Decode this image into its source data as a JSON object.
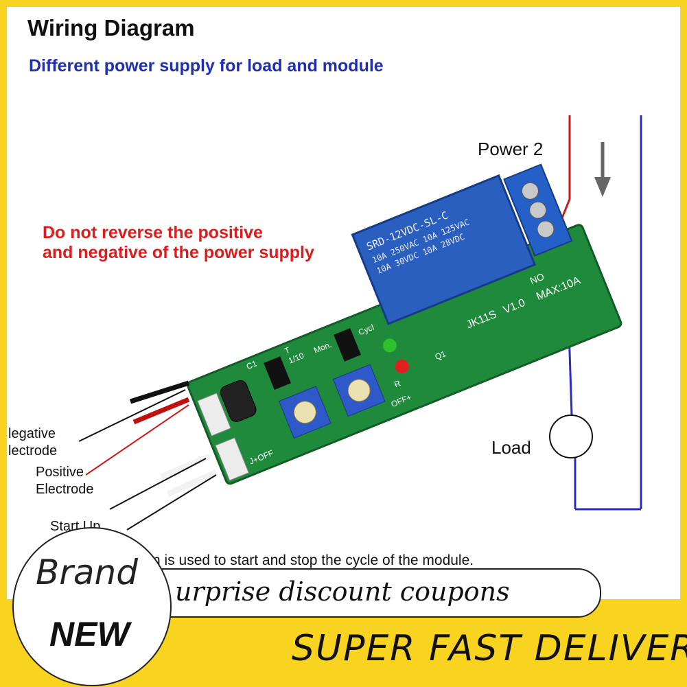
{
  "header": {
    "title": "Wiring Diagram",
    "subtitle": "Different power supply for load and module"
  },
  "warning": {
    "line1": "Do not reverse the positive",
    "line2": "and negative of the power supply"
  },
  "labels": {
    "power": "Power 2",
    "load": "Load",
    "negative_line1": "legative",
    "negative_line2": "lectrode",
    "positive_line1": "Positive",
    "positive_line2": "Electrode",
    "startup": "Start Up"
  },
  "board": {
    "relay_line1": "SRD-12VDC-SL-C",
    "relay_line2": "10A 250VAC 10A 125VAC",
    "relay_line3": "10A 30VDC 10A 28VDC",
    "model": "JK11S",
    "version": "V1.0",
    "max": "MAX:10A",
    "out_label": "NO",
    "left_silk": "J+OFF",
    "right_silk": "OFF+",
    "mode_a": "Mon.",
    "mode_b": "Cycl",
    "ratio": "1/10",
    "t_label": "T",
    "c1": "C1",
    "r_label": "R",
    "q1": "Q1"
  },
  "note": {
    "text": "n is used to start and stop the cycle of the module."
  },
  "promo": {
    "brand": "Brand",
    "new": "NEW",
    "coupon": "urprise discount coupons",
    "delivery": "SUPER FAST DELIVERY"
  },
  "colors": {
    "frame": "#f8d31f",
    "subtitle": "#1f2fb0",
    "warning": "#e01b1b",
    "pcb": "#1f8a3c",
    "relay": "#2a5fc0",
    "wire_blue": "#2b2fbf",
    "wire_red": "#d01515"
  }
}
